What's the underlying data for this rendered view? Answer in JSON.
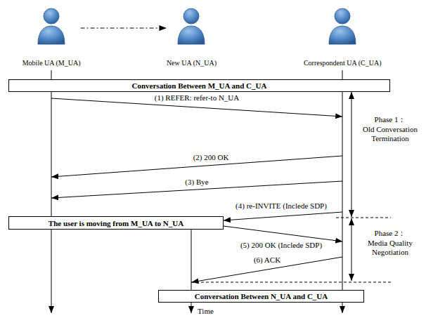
{
  "diagram": {
    "nodes": [
      {
        "text": [
          "Mobile UA (M_UA)"
        ]
      },
      {
        "text": [
          "New UA (N_UA)"
        ]
      },
      {
        "text": [
          "Correspondent UA (C_UA)"
        ]
      },
      {
        "text": [
          "Conversation Between M_UA and C_UA"
        ]
      },
      {
        "text": [
          "The user is moving from M_UA to N_UA"
        ]
      },
      {
        "text": [
          "Conversation Between N_UA and C_UA"
        ]
      }
    ],
    "edges": [
      {
        "from": 0,
        "to": 1,
        "arrow": "to"
      },
      {
        "from": 0,
        "to": 2,
        "label": "(1) REFER: refer-to N_UA",
        "arrow": "to"
      },
      {
        "from": 2,
        "to": 0,
        "label": "(2) 200 OK",
        "arrow": "to"
      },
      {
        "from": 2,
        "to": 0,
        "label": "(3) Bye",
        "arrow": "to"
      },
      {
        "from": 2,
        "to": 4,
        "label": "(4) re-INVITE (Inclede SDP)",
        "arrow": "to"
      },
      {
        "from": 4,
        "to": 2,
        "label": "(5) 200 OK (Inclede SDP)",
        "arrow": "to"
      },
      {
        "from": 2,
        "to": 1,
        "label": "(6) ACK",
        "arrow": "to"
      }
    ],
    "labels": [
      "Phase 1：",
      "Old Conversation Termination",
      "Phase 2：",
      "Media Quality Negotiation",
      "Time"
    ]
  }
}
